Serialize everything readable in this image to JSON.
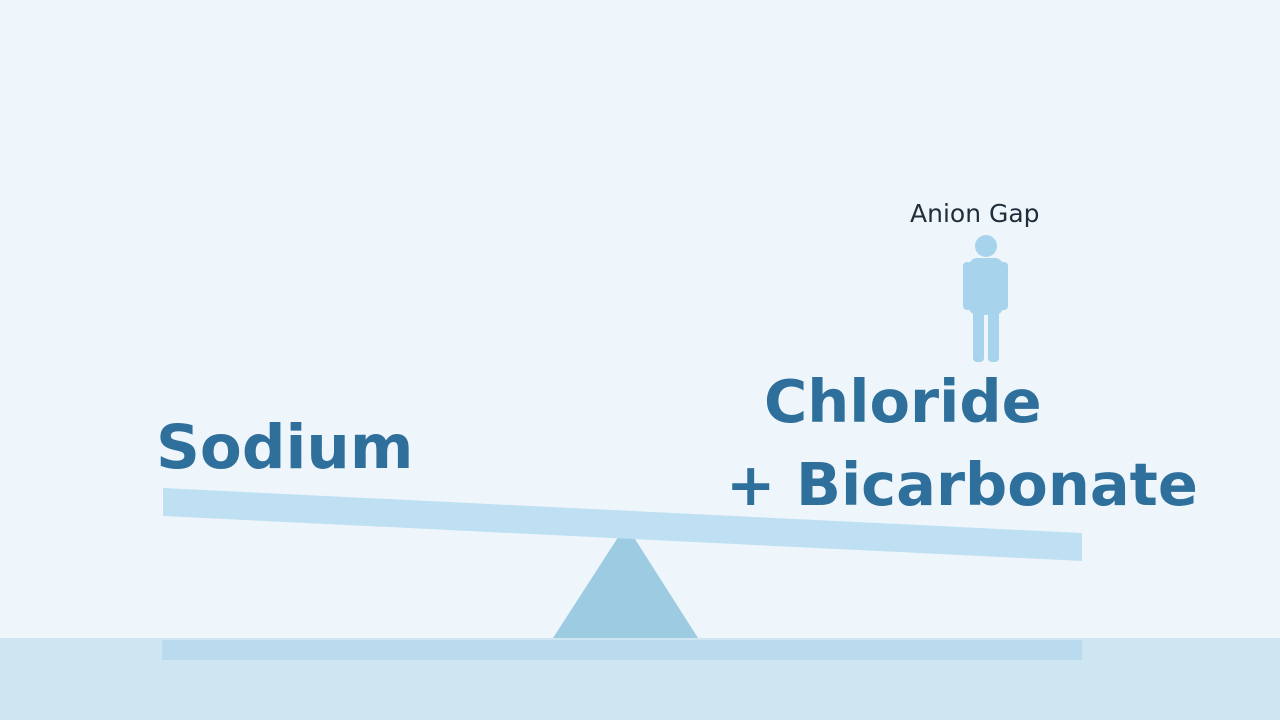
{
  "diagram": {
    "left_label": "Sodium",
    "right_label_line1": "Chloride",
    "right_label_line2": "+ Bicarbonate",
    "figure_label": "Anion Gap",
    "figure_icon": "person-icon"
  },
  "colors": {
    "background": "#eef6fb",
    "floor": "#cde6f2",
    "beam": "#bfe0f3",
    "fulcrum": "#9ccbe2",
    "figure": "#a7d3ec",
    "label_text": "#2f6f9c",
    "caption_text": "#1f2e3a"
  }
}
